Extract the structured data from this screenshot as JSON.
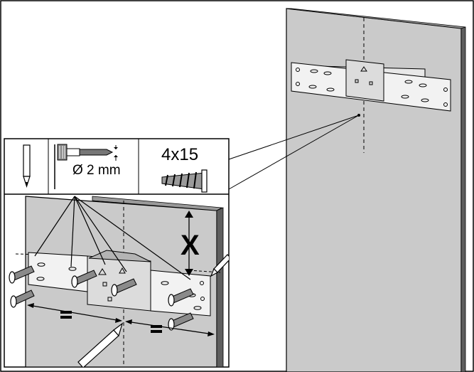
{
  "legend": {
    "drill_diameter": "Ø 2 mm",
    "screw_size": "4x15"
  },
  "dimension_label": "X",
  "icons": [
    "pencil-icon",
    "drill-bit-icon",
    "screw-icon"
  ],
  "colors": {
    "panel": "#cacaca",
    "panel_edge": "#5e5e5e",
    "bracket": "#f2f2f2",
    "line": "#000000"
  }
}
